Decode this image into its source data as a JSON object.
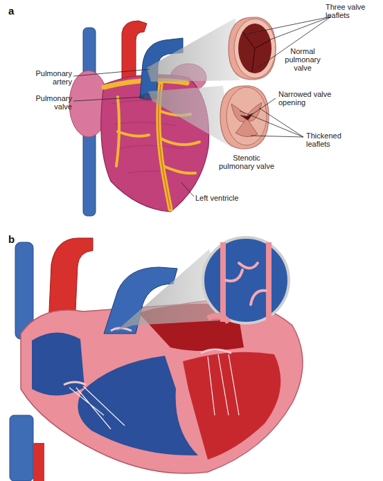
{
  "diagram": {
    "labels": [
      "a",
      "Three valve leaflets",
      "Normal pulmonary valve",
      "Pulmonary artery",
      "Pulmonary valve",
      "Narrowed valve opening",
      "Thickened leaflets",
      "Stenotic pulmonary valve",
      "Left ventricle",
      "b"
    ]
  }
}
